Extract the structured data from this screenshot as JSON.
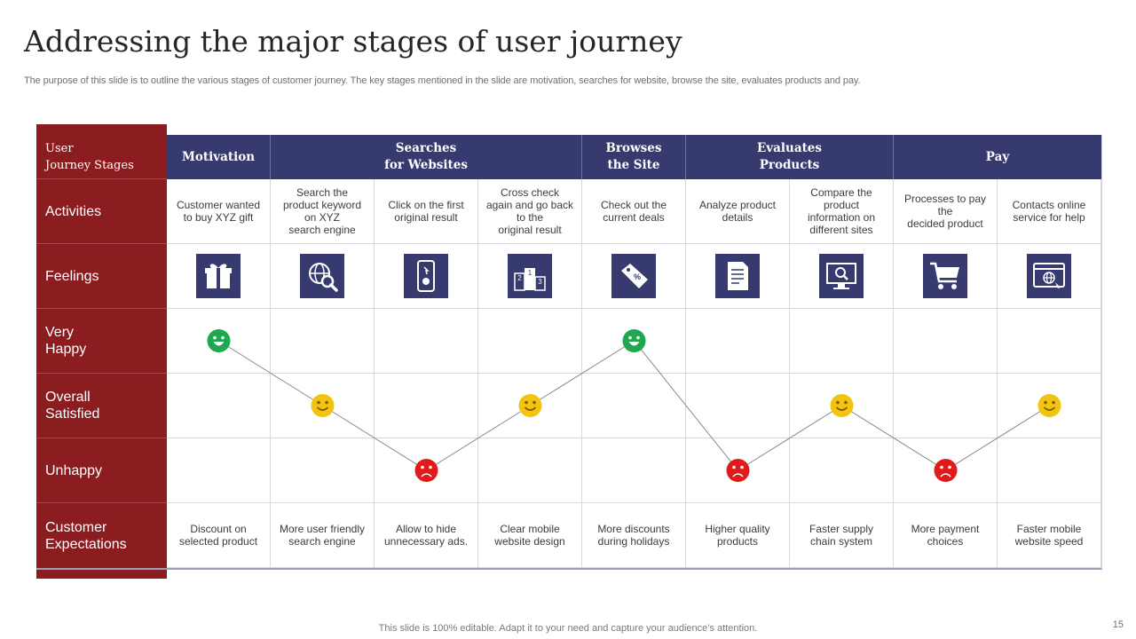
{
  "title": "Addressing the major stages of user journey",
  "subtitle": "The purpose of this slide is to outline the various stages of customer journey. The key stages mentioned in the slide are motivation, searches for website, browse the site, evaluates products and pay.",
  "corner_label": "User\nJourney Stages",
  "stages": [
    {
      "label": "Motivation"
    },
    {
      "label": "Searches\nfor Websites"
    },
    {
      "label": "Browses\nthe Site"
    },
    {
      "label": "Evaluates\nProducts"
    },
    {
      "label": "Pay"
    }
  ],
  "row_labels": {
    "activities": "Activities",
    "feelings": "Feelings",
    "very_happy": "Very\nHappy",
    "overall_satisfied": "Overall\nSatisfied",
    "unhappy": "Unhappy",
    "expectations": "Customer\nExpectations"
  },
  "activities": [
    "Customer wanted\nto buy XYZ  gift",
    "Search the\nproduct keyword\non XYZ\nsearch engine",
    "Click on the first\noriginal result",
    "Cross check\nagain and go back\nto the\noriginal result",
    "Check out the\ncurrent deals",
    "Analyze  product\ndetails",
    "Compare the\nproduct\ninformation on\ndifferent sites",
    "Processes to pay\nthe\ndecided product",
    "Contacts online\nservice for help"
  ],
  "feeling_icons": [
    "gift-icon",
    "globe-search-icon",
    "mobile-payment-icon",
    "podium-icon",
    "discount-tag-icon",
    "document-icon",
    "monitor-search-icon",
    "shopping-cart-icon",
    "web-browser-icon"
  ],
  "podium_digits": [
    "2",
    "1",
    "3"
  ],
  "discount_symbol": "%",
  "mood_levels": [
    "very_happy",
    "overall_satisfied",
    "unhappy",
    "overall_satisfied",
    "very_happy",
    "unhappy",
    "overall_satisfied",
    "unhappy",
    "overall_satisfied"
  ],
  "mood_colors": {
    "very_happy": "#1fa84f",
    "overall_satisfied": "#f2c40f",
    "unhappy": "#e01b1b"
  },
  "expectations": [
    "Discount on\nselected product",
    "More user friendly\nsearch engine",
    "Allow to hide\nunnecessary ads.",
    "Clear mobile\nwebsite design",
    "More  discounts\nduring holidays",
    "Higher quality\nproducts",
    "Faster supply\nchain system",
    "More  payment\nchoices",
    "Faster mobile\nwebsite speed"
  ],
  "colors": {
    "header_navy": "#363a6f",
    "label_red": "#8b1c1f"
  },
  "footer": "This slide is 100% editable. Adapt it to your need and capture your audience’s attention.",
  "page_number": "15"
}
